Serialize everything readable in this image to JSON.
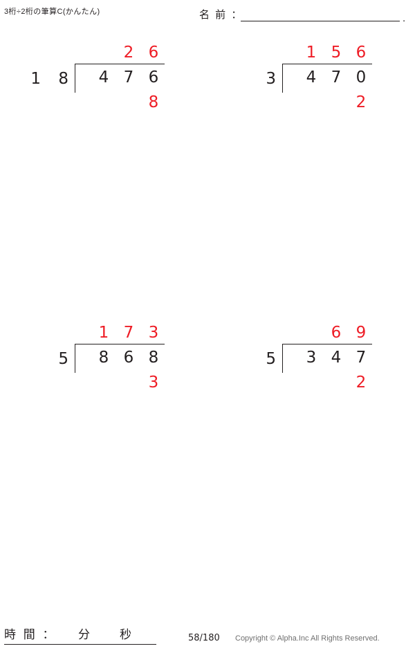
{
  "header": {
    "title": "3桁÷2桁の筆算C(かんたん)",
    "name_label": "名 前 ：",
    "name_value": "",
    "name_period": "."
  },
  "problems": [
    {
      "id": "problem-1",
      "divisor": "1 8",
      "dividend": [
        "4",
        "7",
        "6"
      ],
      "quotient": [
        "",
        "2",
        "6"
      ],
      "remainder": [
        "",
        "",
        "8"
      ]
    },
    {
      "id": "problem-2",
      "divisor": "3",
      "dividend": [
        "4",
        "7",
        "0"
      ],
      "quotient": [
        "1",
        "5",
        "6"
      ],
      "remainder": [
        "",
        "",
        "2"
      ]
    },
    {
      "id": "problem-3",
      "divisor": "5",
      "dividend": [
        "8",
        "6",
        "8"
      ],
      "quotient": [
        "1",
        "7",
        "3"
      ],
      "remainder": [
        "",
        "",
        "3"
      ]
    },
    {
      "id": "problem-4",
      "divisor": "5",
      "dividend": [
        "3",
        "4",
        "7"
      ],
      "quotient": [
        "",
        "6",
        "9"
      ],
      "remainder": [
        "",
        "",
        "2"
      ]
    }
  ],
  "footer": {
    "time_label": "時 間 ：　　分　　秒",
    "page_number": "58/180",
    "copyright": "Copyright © Alpha.Inc All Rights Reserved."
  },
  "colors": {
    "answer_red": "#ee1c25",
    "ink_black": "#231f20",
    "copyright_gray": "#6f6f6f"
  }
}
